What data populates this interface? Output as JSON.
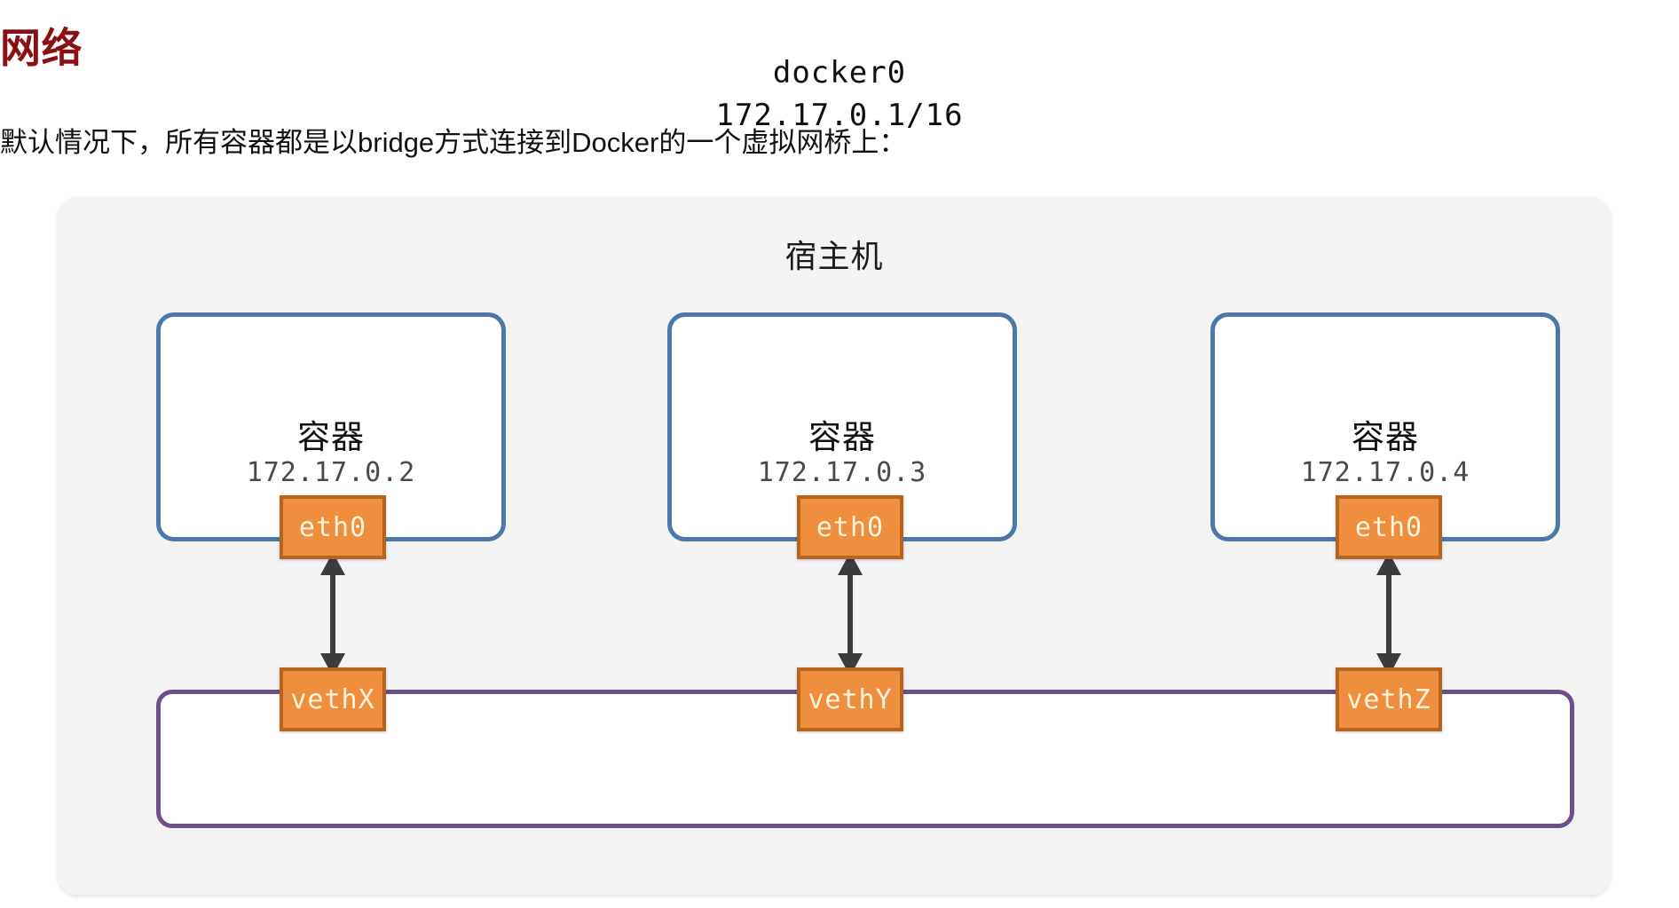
{
  "heading": {
    "title": "网络"
  },
  "intro": {
    "paragraph": "默认情况下，所有容器都是以bridge方式连接到Docker的一个虚拟网桥上："
  },
  "diagram": {
    "type": "network-topology",
    "host_label": "宿主机",
    "containers": [
      {
        "label": "容器",
        "ip": "172.17.0.2",
        "interface": "eth0",
        "veth": "vethX"
      },
      {
        "label": "容器",
        "ip": "172.17.0.3",
        "interface": "eth0",
        "veth": "vethY"
      },
      {
        "label": "容器",
        "ip": "172.17.0.4",
        "interface": "eth0",
        "veth": "vethZ"
      }
    ],
    "bridge": {
      "name": "docker0",
      "cidr": "172.17.0.1/16"
    },
    "colors": {
      "panel_background": "#f3f3f3",
      "container_border": "#4c78a8",
      "bridge_border": "#6f4f87",
      "interface_fill": "#ef8e3e",
      "interface_border": "#b5651d",
      "interface_text": "#fff4dc",
      "title_color": "#8b1014",
      "arrow_color": "#3c3c3c"
    }
  }
}
